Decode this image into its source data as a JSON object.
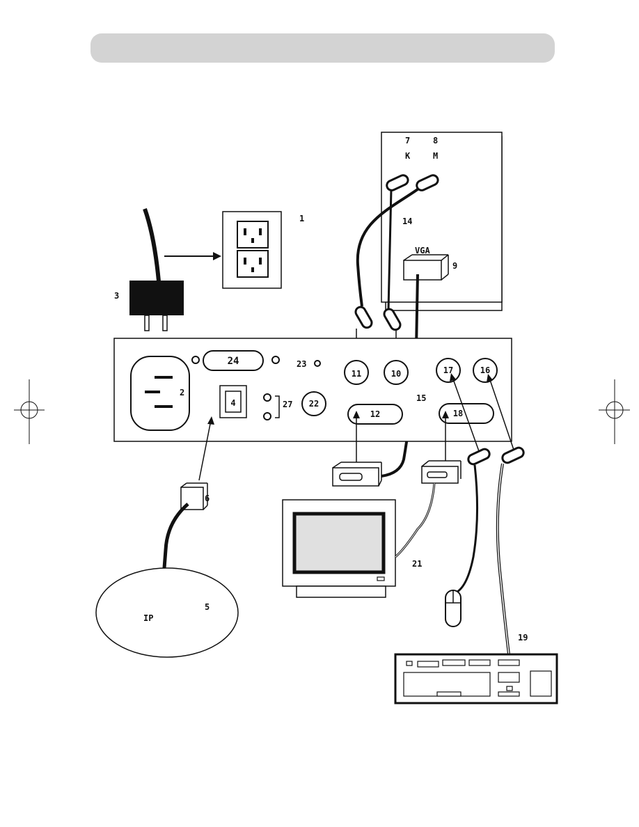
{
  "header": {
    "title": ""
  },
  "labels": {
    "outlet": "1",
    "power_inlet": "2",
    "power_plug": "3",
    "lan_port": "4",
    "network": "5",
    "lan_connector": "6",
    "server_k": "7",
    "server_m": "8",
    "server_vga_num": "9",
    "port_10": "10",
    "port_11": "11",
    "port_12": "12",
    "cable_kvm": "14",
    "cable_vga": "15",
    "port_16": "16",
    "port_17": "17",
    "port_18": "18",
    "keyboard": "19",
    "monitor": "21",
    "port_22": "22",
    "port_23": "23",
    "port_24": "24",
    "port_27": "27",
    "k_letter": "K",
    "m_letter": "M",
    "vga_text": "VGA",
    "ip_text": "IP"
  },
  "colors": {
    "header_bar": "#d3d3d3",
    "line": "#111111",
    "screen_gray": "#e0e0e0",
    "cable": "#222222"
  },
  "icons": [
    "power-plug-icon",
    "wall-outlet-icon",
    "server-icon",
    "monitor-icon",
    "mouse-icon",
    "keyboard-icon",
    "registration-mark-icon"
  ]
}
